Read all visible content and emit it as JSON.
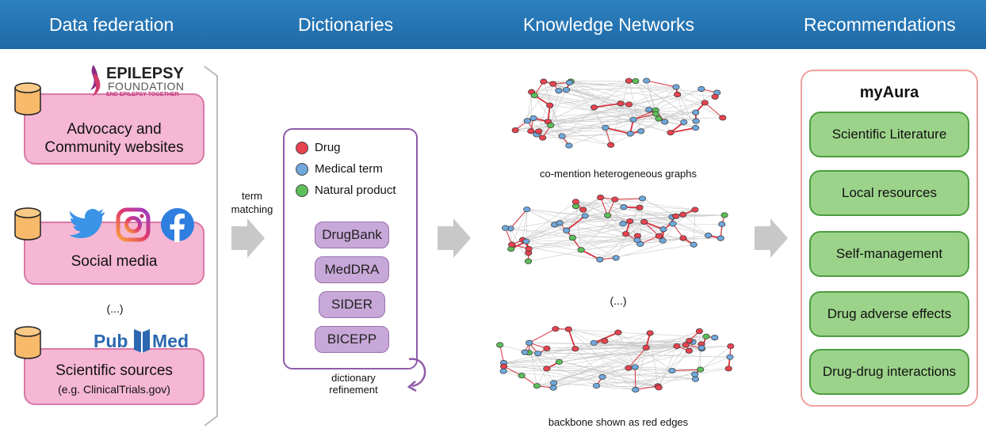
{
  "header": {
    "titles": [
      "Data federation",
      "Dictionaries",
      "Knowledge Networks",
      "Recommendations"
    ]
  },
  "sources": {
    "advocacy": "Advocacy and Community websites",
    "advocacy_line1": "Advocacy and",
    "advocacy_line2": "Community websites",
    "social": "Social media",
    "ellipsis": "(...)",
    "scientific": "Scientific sources",
    "scientific_sub": "(e.g. ClinicalTrials.gov)"
  },
  "logos": {
    "epilepsy_line1": "EPILEPSY",
    "epilepsy_line2": "FOUNDATION",
    "epilepsy_tagline": "END EPILEPSY TOGETHER",
    "pubmed_pub": "Pub",
    "pubmed_med": "Med"
  },
  "term_matching": {
    "line1": "term",
    "line2": "matching"
  },
  "dictionary": {
    "legend": [
      "Drug",
      "Medical term",
      "Natural product"
    ],
    "pills": [
      "DrugBank",
      "MedDRA",
      "SIDER",
      "BICEPP"
    ],
    "refinement_line1": "dictionary",
    "refinement_line2": "refinement"
  },
  "networks": {
    "caption_top": "co-mention heterogeneous graphs",
    "ellipsis": "(...)",
    "caption_bottom": "backbone shown as red edges"
  },
  "recommendations": {
    "title": "myAura",
    "items": [
      "Scientific Literature",
      "Local resources",
      "Self-management",
      "Drug adverse effects",
      "Drug-drug interactions"
    ]
  },
  "colors": {
    "header": "#1f6aa8",
    "drug": "#e8434f",
    "medical_term": "#6fa8dc",
    "natural_product": "#5cbf5a",
    "pink_box": "#f5b7d3",
    "green_box": "#9cd38a",
    "dict_pill": "#c8a8d8"
  }
}
